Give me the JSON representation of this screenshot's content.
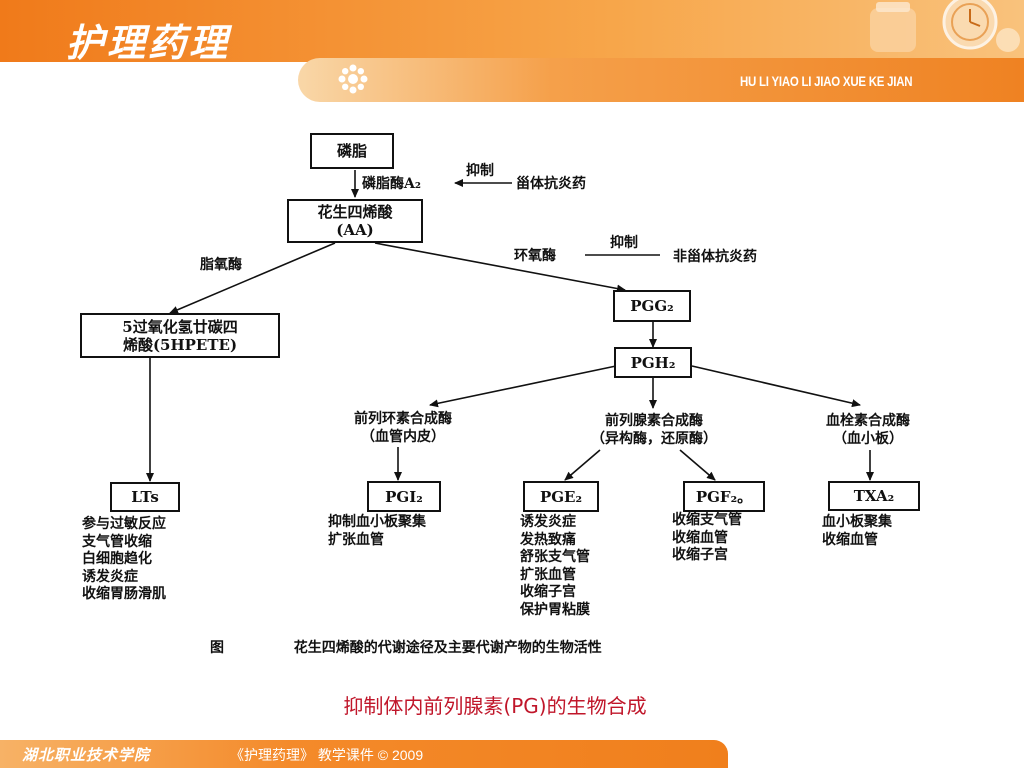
{
  "header": {
    "title": "护理药理",
    "subtitle": "HU LI YIAO LI JIAO XUE KE JIAN"
  },
  "diagram": {
    "nodes": {
      "phospholipid": "磷脂",
      "aa_line1": "花生四烯酸",
      "aa_line2": "(AA)",
      "hpete_line1": "5过氧化氢廿碳四",
      "hpete_line2": "烯酸(5HPETE)",
      "pgg2": "PGG₂",
      "pgh2": "PGH₂",
      "lts": "LTs",
      "pgi2": "PGI₂",
      "pge2": "PGE₂",
      "pgf2": "PGF₂。",
      "txa2": "TXA₂"
    },
    "labels": {
      "pla2": "磷脂酶A₂",
      "inhibit_1": "抑制",
      "steroid": "甾体抗炎药",
      "lipoxygenase": "脂氧酶",
      "cyclooxygenase": "环氧酶",
      "inhibit_2": "抑制",
      "nsaid": "非甾体抗炎药",
      "prostacyclin_synthase_1": "前列环素合成酶",
      "prostacyclin_synthase_2": "（血管内皮）",
      "pg_synthase_1": "前列腺素合成酶",
      "pg_synthase_2": "（异构酶，还原酶）",
      "tx_synthase_1": "血栓素合成酶",
      "tx_synthase_2": "（血小板）"
    },
    "effects": {
      "lts": [
        "参与过敏反应",
        "支气管收缩",
        "白细胞趋化",
        "诱发炎症",
        "收缩胃肠滑肌"
      ],
      "pgi2": [
        "抑制血小板聚集",
        "扩张血管"
      ],
      "pge2": [
        "诱发炎症",
        "发热致痛",
        "舒张支气管",
        "扩张血管",
        "收缩子宫",
        "保护胃粘膜"
      ],
      "pgf2": [
        "收缩支气管",
        "收缩血管",
        "收缩子宫"
      ],
      "txa2": [
        "血小板聚集",
        "收缩血管"
      ]
    },
    "caption_prefix": "图",
    "caption": "花生四烯酸的代谢途径及主要代谢产物的生物活性"
  },
  "slide_title": "抑制体内前列腺素(PG)的生物合成",
  "footer": {
    "school": "湖北职业技术学院",
    "text": "《护理药理》 教学课件  © 2009"
  },
  "colors": {
    "header_orange": "#f07a1a",
    "title_red": "#c0162a"
  }
}
